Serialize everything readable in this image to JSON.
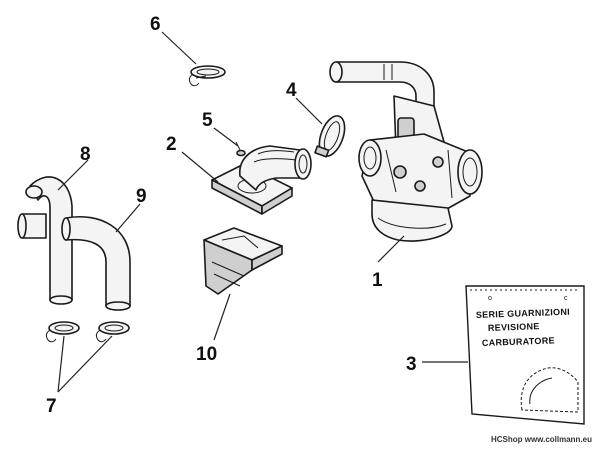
{
  "callouts": {
    "c1": "1",
    "c2": "2",
    "c3": "3",
    "c4": "4",
    "c5": "5",
    "c6": "6",
    "c7": "7",
    "c8": "8",
    "c9": "9",
    "c10": "10"
  },
  "kit_card": {
    "line1": "SERIE GUARNIZIONI",
    "line2": "REVISIONE",
    "line3": "CARBURATORE"
  },
  "watermark": "HCShop www.collmann.eu"
}
